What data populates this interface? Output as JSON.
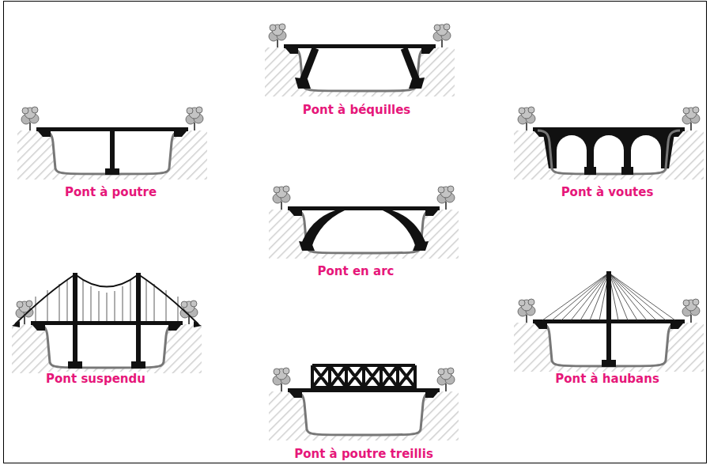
{
  "diagram": {
    "labels": [
      "Pont à béquilles",
      "Pont à poutre",
      "Pont à voutes",
      "Pont en arc",
      "Pont suspendu",
      "Pont à haubans",
      "Pont à poutre treillis"
    ]
  }
}
